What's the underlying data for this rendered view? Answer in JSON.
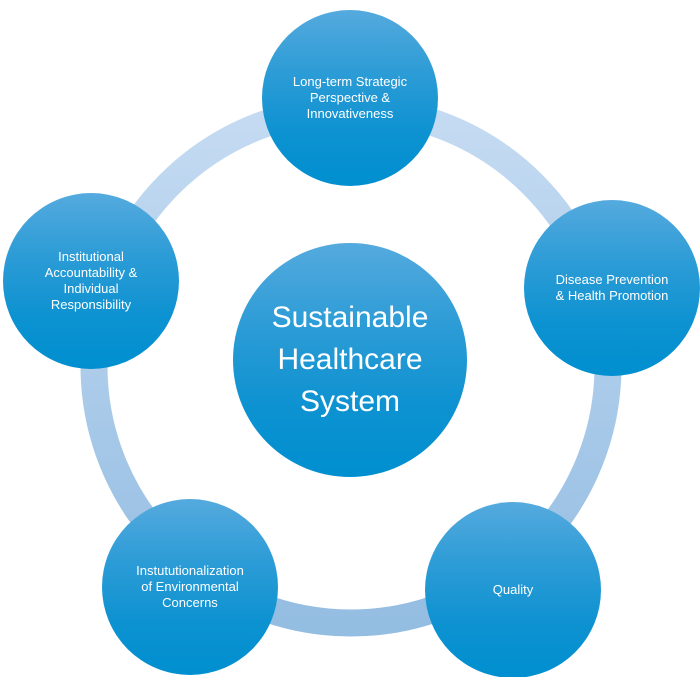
{
  "diagram": {
    "type": "cycle",
    "center": {
      "id": "sustainable-healthcare-system",
      "lines": [
        "Sustainable",
        "Healthcare",
        "System"
      ]
    },
    "nodes": [
      {
        "id": "long-term-strategic",
        "position": "top",
        "lines": [
          "Long-term Strategic",
          "Perspective &",
          "Innovativeness"
        ]
      },
      {
        "id": "disease-prevention",
        "position": "right",
        "lines": [
          "Disease Prevention",
          "& Health Promotion"
        ]
      },
      {
        "id": "quality",
        "position": "bottom-right",
        "lines": [
          "Quality"
        ]
      },
      {
        "id": "environmental-concerns",
        "position": "bottom-left",
        "lines": [
          "Instututionalization",
          "of Environmental",
          "Concerns"
        ]
      },
      {
        "id": "institutional-accountability",
        "position": "left",
        "lines": [
          "Institutional",
          "Accountability &",
          "Individual",
          "Responsibility"
        ]
      }
    ],
    "colors": {
      "node_gradient_top": "#55aade",
      "node_gradient_bottom": "#008fd0",
      "ring_gradient_top": "#c5dbf2",
      "ring_gradient_bottom": "#94bde2",
      "text": "#ffffff",
      "background": "#ffffff"
    }
  }
}
